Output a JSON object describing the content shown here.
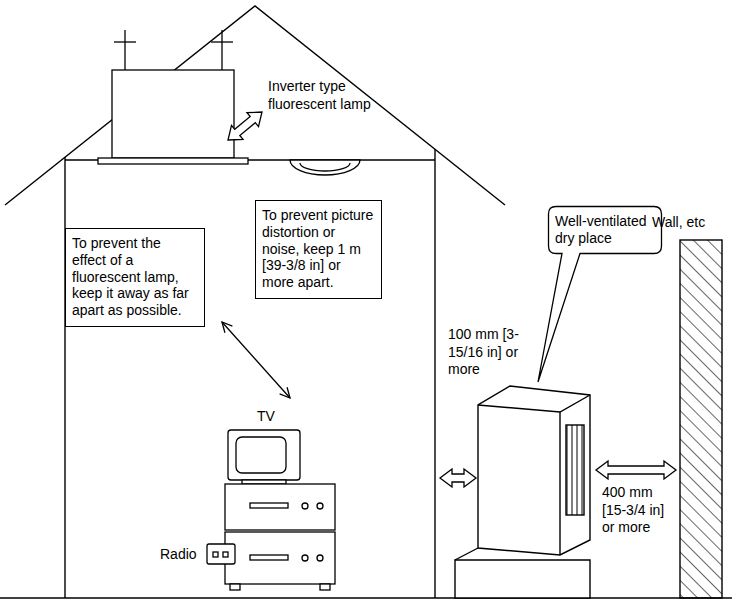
{
  "diagram": {
    "nodes": [
      {
        "text": [
          "To prevent the effect of a fluorescent lamp, keep it away as far apart as possible."
        ]
      },
      {
        "text": [
          "To prevent picture distortion or noise, keep 1 m [39-3/8 in] or more apart."
        ]
      },
      {
        "text": [
          "Well-ventilated dry place"
        ]
      }
    ],
    "labels": [
      "Inverter type fluorescent lamp",
      "Wall, etc",
      "100 mm [3-15/16 in] or more",
      "400 mm [15-3/4 in] or more",
      "TV",
      "Radio"
    ]
  }
}
